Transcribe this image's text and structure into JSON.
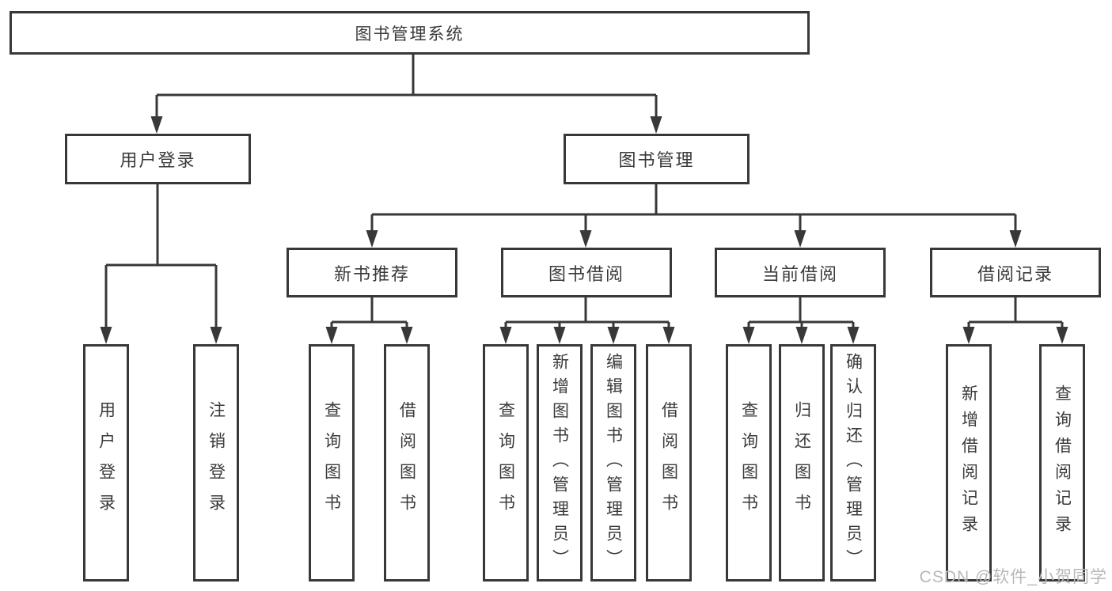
{
  "diagram": {
    "root": {
      "label": "图书管理系统"
    },
    "level2": [
      {
        "label": "用户登录"
      },
      {
        "label": "图书管理"
      }
    ],
    "level3": [
      {
        "label": "新书推荐"
      },
      {
        "label": "图书借阅"
      },
      {
        "label": "当前借阅"
      },
      {
        "label": "借阅记录"
      }
    ],
    "leaves": {
      "user_login": [
        "用户登录",
        "注销登录"
      ],
      "new_books": [
        "查询图书",
        "借阅图书"
      ],
      "book_borrow": [
        "查询图书",
        "新增图书（管理员）",
        "编辑图书（管理员）",
        "借阅图书"
      ],
      "current_borrow": [
        "查询图书",
        "归还图书",
        "确认归还（管理员）"
      ],
      "borrow_records": [
        "新增借阅记录",
        "查询借阅记录"
      ]
    }
  },
  "watermark": {
    "text": "CSDN @软件_小贺同学"
  },
  "colors": {
    "line": "#383838",
    "text": "#3a3a3a",
    "watermark": "#b8b8b8",
    "background": "#ffffff"
  }
}
